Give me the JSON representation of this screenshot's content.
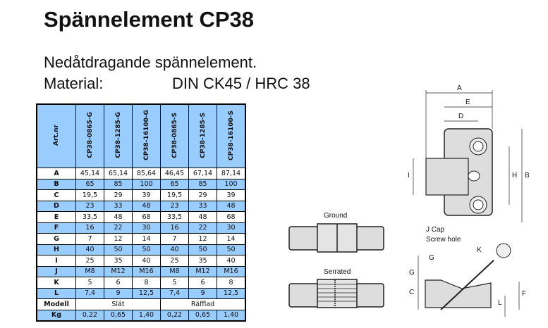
{
  "title": "Spännelement CP38",
  "subtitle": "Nedåtdragande spännelement.",
  "material_label": "Material:",
  "material_value": "DIN CK45 / HRC 38",
  "table": {
    "header_label": "Art.nr",
    "columns": [
      "CP38-0865-G",
      "CP38-1285-G",
      "CP38-16100-G",
      "CP38-0865-S",
      "CP38-1285-S",
      "CP38-16100-S"
    ],
    "rows": [
      {
        "label": "A",
        "values": [
          "45,14",
          "65,14",
          "85,64",
          "46,45",
          "67,14",
          "87,14"
        ]
      },
      {
        "label": "B",
        "values": [
          "65",
          "85",
          "100",
          "65",
          "85",
          "100"
        ]
      },
      {
        "label": "C",
        "values": [
          "19,5",
          "29",
          "39",
          "19,5",
          "29",
          "39"
        ]
      },
      {
        "label": "D",
        "values": [
          "23",
          "33",
          "48",
          "23",
          "33",
          "48"
        ]
      },
      {
        "label": "E",
        "values": [
          "33,5",
          "48",
          "68",
          "33,5",
          "48",
          "68"
        ]
      },
      {
        "label": "F",
        "values": [
          "16",
          "22",
          "30",
          "16",
          "22",
          "30"
        ]
      },
      {
        "label": "G",
        "values": [
          "7",
          "12",
          "14",
          "7",
          "12",
          "14"
        ]
      },
      {
        "label": "H",
        "values": [
          "40",
          "50",
          "50",
          "40",
          "50",
          "50"
        ]
      },
      {
        "label": "I",
        "values": [
          "25",
          "35",
          "40",
          "25",
          "35",
          "40"
        ]
      },
      {
        "label": "J",
        "values": [
          "M8",
          "M12",
          "M16",
          "M8",
          "M12",
          "M16"
        ]
      },
      {
        "label": "K",
        "values": [
          "5",
          "6",
          "8",
          "5",
          "6",
          "8"
        ]
      },
      {
        "label": "L",
        "values": [
          "7,4",
          "9",
          "12,5",
          "7,4",
          "9",
          "12,5"
        ]
      }
    ],
    "model_row": {
      "label": "Modell",
      "values": [
        "Slät",
        "Räfflad"
      ]
    },
    "kg_row": {
      "label": "Kg",
      "values": [
        "0,22",
        "0,65",
        "1,40",
        "0,22",
        "0,65",
        "1,40"
      ]
    }
  },
  "diagram": {
    "ground": "Ground",
    "serrated": "Serrated",
    "cap": "J Cap",
    "screw": "Screw hole",
    "dims": {
      "A": "A",
      "B": "B",
      "C": "C",
      "D": "D",
      "E": "E",
      "F": "F",
      "G": "G",
      "H": "H",
      "I": "I",
      "K": "K",
      "L": "L"
    }
  }
}
